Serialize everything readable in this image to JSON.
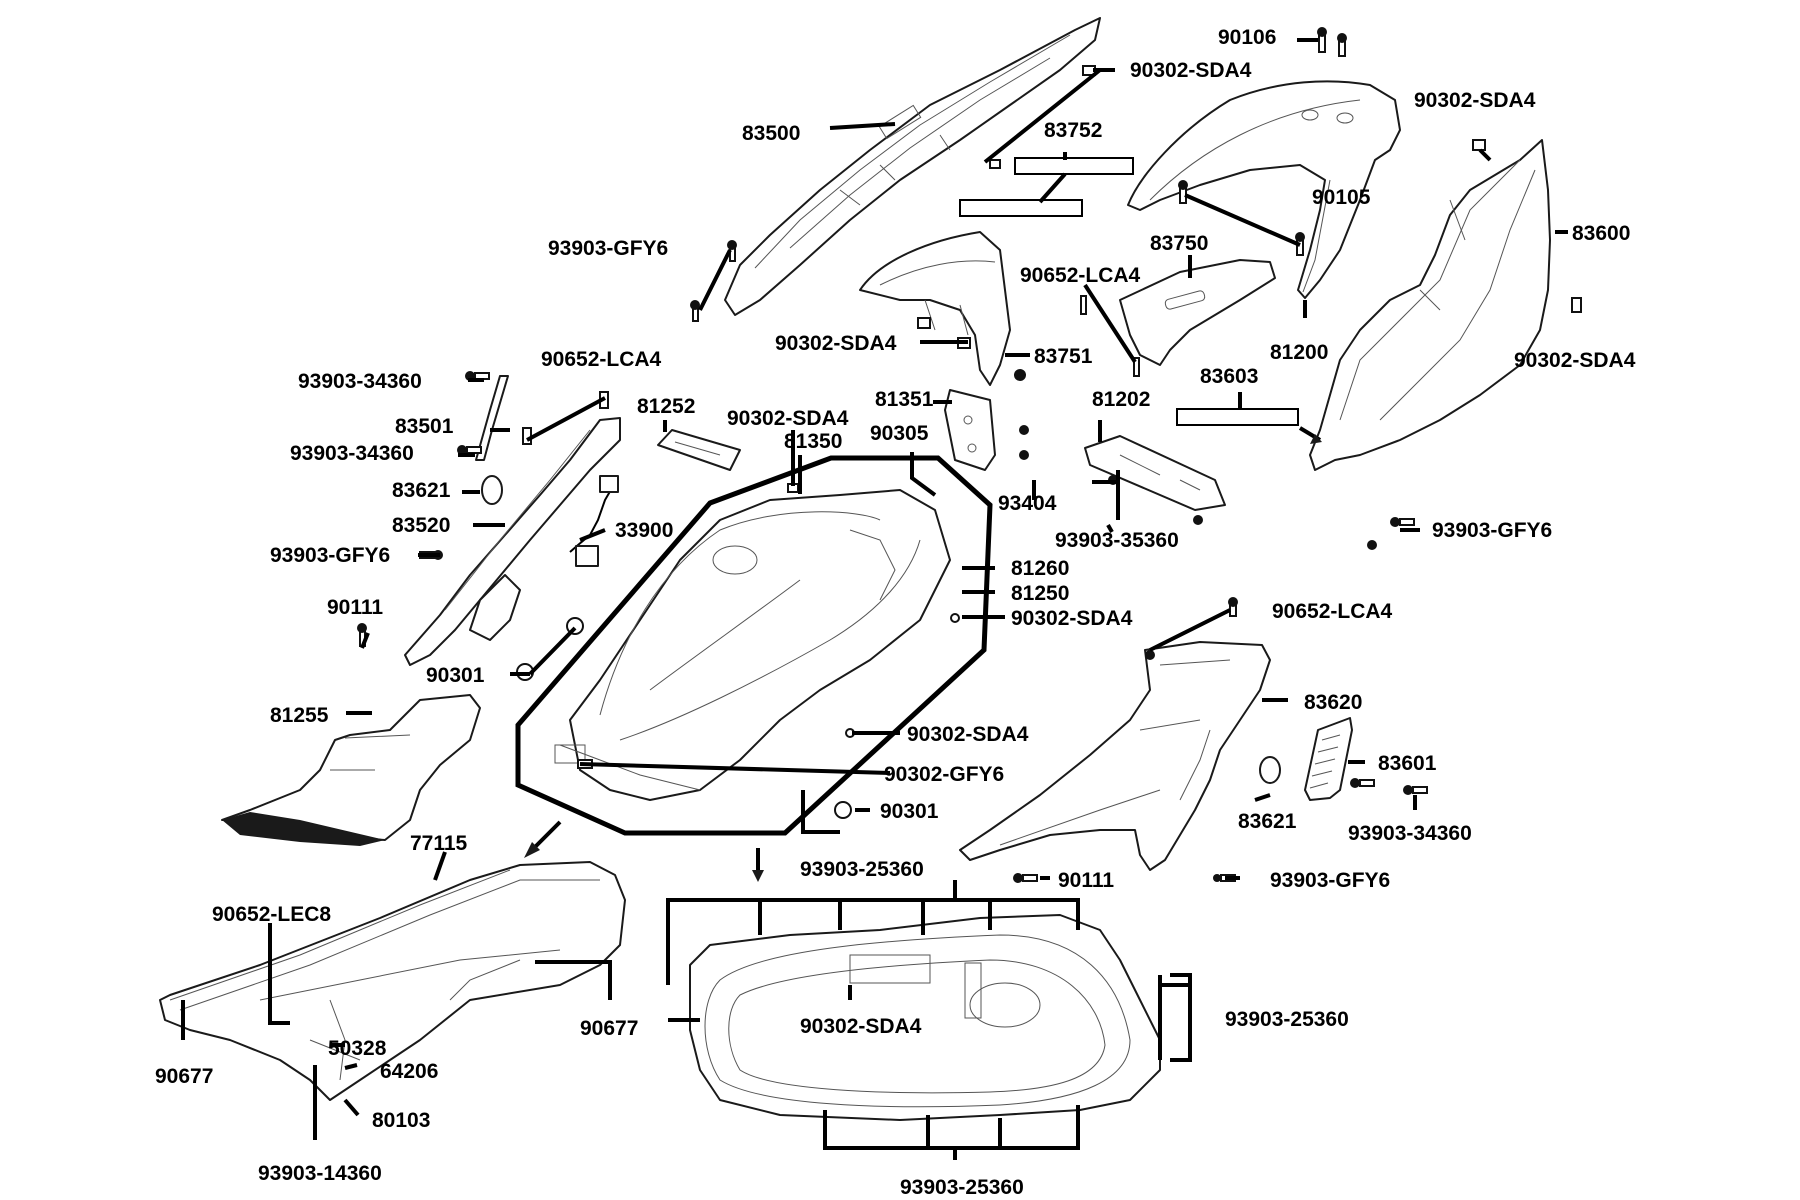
{
  "labels": {
    "p90106": "90106",
    "p90302_sda4_top": "90302-SDA4",
    "p90302_sda4_right": "90302-SDA4",
    "p83500": "83500",
    "p83752": "83752",
    "p90105": "90105",
    "p83600": "83600",
    "p93903_gfy6_top": "93903-GFY6",
    "p83750": "83750",
    "p90652_lca4_mid": "90652-LCA4",
    "p90302_sda4_mid": "90302-SDA4",
    "p83751": "83751",
    "p81200": "81200",
    "p90302_sda4_far_right": "90302-SDA4",
    "p93903_34360_a": "93903-34360",
    "p90652_lca4_left": "90652-LCA4",
    "p83603": "83603",
    "p81252": "81252",
    "p90302_sda4_box": "90302-SDA4",
    "p81351": "81351",
    "p81202": "81202",
    "p83501": "83501",
    "p81350": "81350",
    "p90305": "90305",
    "p93903_34360_b": "93903-34360",
    "p83621_left": "83621",
    "p93404": "93404",
    "p83520": "83520",
    "p93903_35360": "93903-35360",
    "p33900": "33900",
    "p93903_gfy6_right": "93903-GFY6",
    "p93903_gfy6_left": "93903-GFY6",
    "p81260": "81260",
    "p81250": "81250",
    "p90111_left": "90111",
    "p90302_sda4_box_right": "90302-SDA4",
    "p90652_lca4_right": "90652-LCA4",
    "p90301_left": "90301",
    "p83620": "83620",
    "p81255": "81255",
    "p90302_sda4_inner": "90302-SDA4",
    "p83601": "83601",
    "p90302_gfy6": "90302-GFY6",
    "p90301_bottom": "90301",
    "p83621_right": "83621",
    "p93903_34360_c": "93903-34360",
    "p77115": "77115",
    "p93903_25360_top": "93903-25360",
    "p90111_right": "90111",
    "p93903_gfy6_bottom": "93903-GFY6",
    "p90652_lec8": "90652-LEC8",
    "p93903_25360_right": "93903-25360",
    "p90677_right": "90677",
    "p90302_sda4_bottom": "90302-SDA4",
    "p50328": "50328",
    "p90677_left": "90677",
    "p64206": "64206",
    "p80103": "80103",
    "p93903_14360": "93903-14360",
    "p93903_25360_bottom": "93903-25360"
  }
}
